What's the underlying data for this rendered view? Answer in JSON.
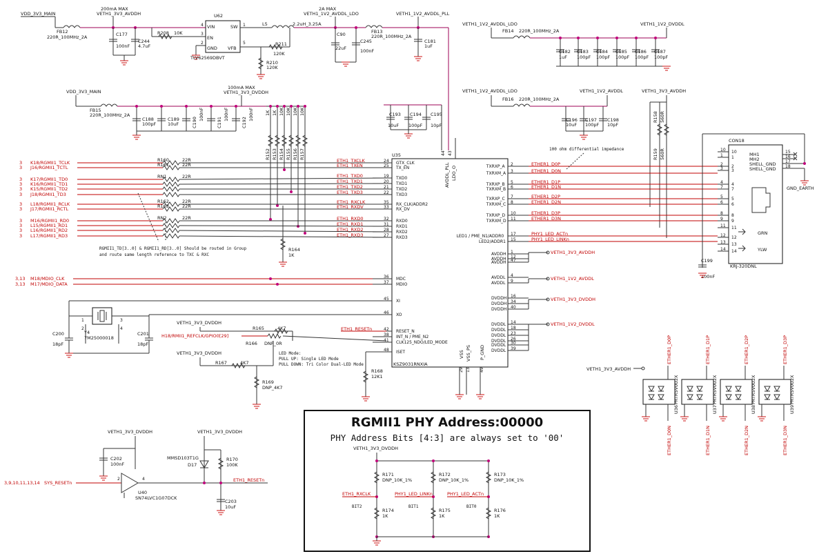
{
  "title": {
    "main": "RGMII1 PHY Address:00000",
    "sub": "PHY Address Bits [4:3] are always set to '00'"
  },
  "rails": {
    "vdd_main_1": "VDD_3V3_MAIN",
    "veth_avddh_1": "VETH1_3V3_AVDDH",
    "max_200": "200mA MAX",
    "veth_avddl_ldo": "VETH1_1V2_AVDDL_LDO",
    "max_2a": "2A MAX",
    "veth_avddl_pll": "VETH1_1V2_AVDDL_PLL",
    "vdd_main_2": "VDD_3V3_MAIN",
    "max_100": "100mA MAX",
    "veth_dvddh": "VETH1_3V3_DVDDH",
    "ldo_r1": "VETH1_1V2_AVDDL_LDO",
    "veth_dvddl": "VETH1_1V2_DVDDL",
    "ldo_r2": "VETH1_1V2_AVDDL_LDO",
    "veth_avddl": "VETH1_1V2_AVDDL",
    "veth_avddh_r": "VETH1_3V3_AVDDH",
    "gnd_earth": "GND_EARTH"
  },
  "regulator": {
    "ref": "U62",
    "part": "TLV62569DBVT",
    "vin": "VIN",
    "en": "EN",
    "sw": "SW",
    "gnd": "GND",
    "vfb": "VFB",
    "p4": "4",
    "p3": "3",
    "p1": "1",
    "p2": "2",
    "p5": "5",
    "l5": "L5",
    "l5v": "2.2uH_3.25A",
    "r208": "R208",
    "r208v": "10K",
    "r211": "R211",
    "r211v": "120K",
    "r210": "R210",
    "r210v": "120K"
  },
  "passives_top": {
    "fb12": "FB12",
    "fb12v": "220R_100MHz_2A",
    "c177": "C177",
    "c177v": "100nF",
    "c244": "C244",
    "c244v": "4.7uF",
    "c90": "C90",
    "c90v": "22uF",
    "c245": "C245",
    "c245v": "100nF",
    "fb13": "FB13",
    "fb13v": "220R_100MHz_2A",
    "c181": "C181",
    "c181v": "1uF",
    "fb14": "FB14",
    "fb14v": "220R_100MHz_2A",
    "fb15": "FB15",
    "fb15v": "220R_100MHz_2A",
    "fb16": "FB16",
    "fb16v": "220R_100MHz_2A",
    "c188": "C188",
    "c188v": "100pF",
    "c189": "C189",
    "c189v": "10uF",
    "c190": "C190",
    "c191": "C191",
    "c192": "C192",
    "c100v": "100nF",
    "c193": "C193",
    "c193v": "10uF",
    "c194": "C194",
    "c194v": "100pF",
    "c195": "C195",
    "c195v": "10pF",
    "c196": "C196",
    "c196v": "10uF",
    "c197": "C197",
    "c197v": "100pF",
    "c198": "C198",
    "c198v": "10pF"
  },
  "dvddl_caps": [
    {
      "ref": "C182",
      "val": "1uF"
    },
    {
      "ref": "C183",
      "val": "100pF"
    },
    {
      "ref": "C184",
      "val": "100pF"
    },
    {
      "ref": "C185",
      "val": "100pF"
    },
    {
      "ref": "C186",
      "val": "100pF"
    },
    {
      "ref": "C187",
      "val": "100pF"
    }
  ],
  "pullups": [
    {
      "ref": "R152",
      "val": "1K"
    },
    {
      "ref": "R153",
      "val": "1K"
    },
    {
      "ref": "R154",
      "val": "10K"
    },
    {
      "ref": "R155",
      "val": "10K"
    },
    {
      "ref": "R156",
      "val": "10K"
    },
    {
      "ref": "R157",
      "val": "10K"
    }
  ],
  "left_nets": [
    {
      "sheet": "3",
      "name": "K18/RGMII1_TCLK",
      "ref": "R160",
      "val": "22R"
    },
    {
      "sheet": "3",
      "name": "J16/RGMII1_TCTL",
      "ref": "R161",
      "val": "22R"
    },
    {
      "sheet": "3",
      "name": "K17/RGMII1_TD0",
      "ref": "RN1",
      "val": "22R"
    },
    {
      "sheet": "3",
      "name": "K16/RGMII1_TD1",
      "ref": "",
      "val": ""
    },
    {
      "sheet": "3",
      "name": "K15/RGMII1_TD2",
      "ref": "",
      "val": ""
    },
    {
      "sheet": "3",
      "name": "J18/RGMII1_TD3",
      "ref": "",
      "val": ""
    },
    {
      "sheet": "3",
      "name": "L18/RGMII1_RCLK",
      "ref": "R162",
      "val": "22R"
    },
    {
      "sheet": "3",
      "name": "J17/RGMII1_RCTL",
      "ref": "R163",
      "val": "22R"
    },
    {
      "sheet": "3",
      "name": "M16/RGMII1_RD0",
      "ref": "RN2",
      "val": "22R"
    },
    {
      "sheet": "3",
      "name": "L15/RGMII1_RD1",
      "ref": "",
      "val": ""
    },
    {
      "sheet": "3",
      "name": "L16/RGMII1_RD2",
      "ref": "",
      "val": ""
    },
    {
      "sheet": "3",
      "name": "L17/RGMII1_RD3",
      "ref": "",
      "val": ""
    }
  ],
  "mdio_nets": [
    {
      "sheet": "3,13",
      "name": "M18/MDIO_CLK"
    },
    {
      "sheet": "3,13",
      "name": "M17/MDIO_DATA"
    }
  ],
  "routing_note": "RGMII1_TD[3..0] & RGMII1_RD[3..0] Should be routed in Group\nand route same length reference to TXC & RXC",
  "phy": {
    "ref": "U35",
    "part": "KSZ9031RNXIA",
    "left_pins": [
      {
        "num": "24",
        "name": "GTX_CLK",
        "net": "ETH1_TXCLK"
      },
      {
        "num": "25",
        "name": "TX_EN",
        "net": "ETH1_TXEN"
      },
      {
        "num": "19",
        "name": "TXD0",
        "net": "ETH1_TXD0"
      },
      {
        "num": "20",
        "name": "TXD1",
        "net": "ETH1_TXD1"
      },
      {
        "num": "21",
        "name": "TXD2",
        "net": "ETH1_TXD2"
      },
      {
        "num": "22",
        "name": "TXD3",
        "net": "ETH1_TXD3"
      },
      {
        "num": "35",
        "name": "RX_CLK/ADDR2",
        "net": "ETH1_RXCLK"
      },
      {
        "num": "33",
        "name": "RX_DV",
        "net": "ETH1_RXDV"
      },
      {
        "num": "32",
        "name": "RXD0",
        "net": "ETH1_RXD0"
      },
      {
        "num": "31",
        "name": "RXD1",
        "net": "ETH1_RXD1"
      },
      {
        "num": "28",
        "name": "RXD2",
        "net": "ETH1_RXD2"
      },
      {
        "num": "27",
        "name": "RXD3",
        "net": "ETH1_RXD3"
      },
      {
        "num": "36",
        "name": "MDC",
        "net": ""
      },
      {
        "num": "37",
        "name": "MDIO",
        "net": ""
      },
      {
        "num": "45",
        "name": "XI",
        "net": ""
      },
      {
        "num": "46",
        "name": "XO",
        "net": ""
      },
      {
        "num": "42",
        "name": "RESET_N",
        "net": "ETH1_RESETn"
      },
      {
        "num": "38",
        "name": "INT_N / PME_N2",
        "net": ""
      },
      {
        "num": "41",
        "name": "CLK125_NDO/LED_MODE",
        "net": ""
      },
      {
        "num": "48",
        "name": "ISET",
        "net": ""
      }
    ],
    "right_pins": [
      {
        "num": "2",
        "name": "TXRXP_A",
        "net": "ETHER1_D0P"
      },
      {
        "num": "3",
        "name": "TXRXM_A",
        "net": "ETHER1_D0N"
      },
      {
        "num": "5",
        "name": "TXRXP_B",
        "net": "ETHER1_D1P"
      },
      {
        "num": "6",
        "name": "TXRXM_B",
        "net": "ETHER1_D1N"
      },
      {
        "num": "7",
        "name": "TXRXP_C",
        "net": "ETHER1_D2P"
      },
      {
        "num": "8",
        "name": "TXRXM_C",
        "net": "ETHER1_D2N"
      },
      {
        "num": "10",
        "name": "TXRXP_D",
        "net": "ETHER1_D3P"
      },
      {
        "num": "11",
        "name": "TXRXM_D",
        "net": "ETHER1_D3N"
      },
      {
        "num": "17",
        "name": "LED1 / PME_N1/ADDR0",
        "net": "PHY1_LED_ACTn"
      },
      {
        "num": "15",
        "name": "LED2/ADDR1",
        "net": "PHY1_LED_LINKn"
      },
      {
        "num": "1",
        "name": "AVDDH",
        "net": ""
      },
      {
        "num": "12",
        "name": "AVDDH",
        "net": ""
      },
      {
        "num": "47",
        "name": "AVDDH",
        "net": ""
      },
      {
        "num": "4",
        "name": "AVDDL",
        "net": ""
      },
      {
        "num": "9",
        "name": "AVDDL",
        "net": ""
      },
      {
        "num": "16",
        "name": "DVDDH",
        "net": ""
      },
      {
        "num": "34",
        "name": "DVDDH",
        "net": ""
      },
      {
        "num": "40",
        "name": "DVDDH",
        "net": ""
      },
      {
        "num": "14",
        "name": "DVDDL",
        "net": ""
      },
      {
        "num": "18",
        "name": "DVDDL",
        "net": ""
      },
      {
        "num": "23",
        "name": "DVDDL",
        "net": ""
      },
      {
        "num": "26",
        "name": "DVDDL",
        "net": ""
      },
      {
        "num": "30",
        "name": "DVDDL",
        "net": ""
      },
      {
        "num": "39",
        "name": "DVDDL",
        "net": ""
      }
    ],
    "top_pins": {
      "avdd_pll": "AVDDL_PLL",
      "ldo_o": "LDO_O",
      "p44": "44",
      "p43": "43"
    },
    "bottom_pins": {
      "vss": "VSS",
      "vss_ps": "VSS_PS",
      "p_gnd": "P_GND",
      "p29": "29",
      "p13": "13",
      "p49": "49"
    },
    "rail_labels": {
      "avddh": "VETH1_3V3_AVDDH",
      "avddl": "VETH1_1V2_AVDDL",
      "dvddh": "VETH1_3V3_DVDDH",
      "dvddl": "VETH1_1V2_DVDDL"
    },
    "impedance_note": "100 ohm differential impedance"
  },
  "crystal": {
    "y4": "Y4",
    "part": "7M25000018",
    "c200": "C200",
    "c200v": "18pF",
    "c201": "C201",
    "c201v": "18pF",
    "p1": "1",
    "p2": "2",
    "p3": "3",
    "p4": "4"
  },
  "strap": {
    "rail1": "VETH1_3V3_DVDDH",
    "rail2": "VETH1_3V3_DVDDH",
    "h18": "H18/RMII1_REFCLK/GPIO0[29]",
    "r165": "R165",
    "r165v": "4K7",
    "r166": "R166",
    "r166v": "DNP_0R",
    "r167": "R167",
    "r167v": "4K7",
    "r169": "R169",
    "r169v": "DNP_4K7",
    "r168": "R168",
    "r168v": "12K1",
    "r164": "R164",
    "r164v": "1K",
    "led_mode": "LED Mode:\nPULL UP: Single LED Mode\nPULL DOWN: Tri Color Dual-LED Mode"
  },
  "reset": {
    "rail1": "VETH1_3V3_DVDDH",
    "rail2": "VETH1_3V3_DVDDH",
    "c202": "C202",
    "c202v": "100nF",
    "u40": "U40",
    "u40p": "SN74LVC1G07DCK",
    "d17": "MMSD103T1G",
    "d17r": "D17",
    "r170": "R170",
    "r170v": "100K",
    "c203": "C203",
    "c203v": "10uF",
    "sheets": "3,9,10,11,13,14",
    "sys": "SYS_RESETn",
    "out": "ETH1_RESETn",
    "p2": "2",
    "p4": "4"
  },
  "connector": {
    "ref": "CON18",
    "part": "KRJ-320DNL",
    "mh1": "MH1",
    "mh2": "MH2",
    "shield1": "SHELL_GND",
    "shield2": "SHELL_GND",
    "grn": "GRN",
    "ylw": "YLW",
    "c199": "C199",
    "c199v": "100nF",
    "r158": "R158",
    "r158v": "560R",
    "r159": "R159",
    "r159v": "560R",
    "pins_left": [
      "10",
      "1",
      "2",
      "3",
      "4",
      "7",
      "5",
      "6",
      "8",
      "9",
      "11",
      "12",
      "13",
      "14"
    ],
    "pins_right": [
      "10",
      "1",
      "2",
      "3",
      "4",
      "7",
      "5",
      "6",
      "8",
      "9",
      "11",
      "12",
      "13",
      "14"
    ],
    "mh_pins": [
      "15",
      "16",
      "17",
      "18"
    ]
  },
  "tvs": {
    "rail": "VETH1_3V3_AVDDH",
    "parts": [
      {
        "ref": "U36",
        "part": "PRTR5V0U2X",
        "top": "ETHER1_D0P",
        "bot": "ETHER1_D0N"
      },
      {
        "ref": "U37",
        "part": "PRTR5V0U2X",
        "top": "ETHER1_D1P",
        "bot": "ETHER1_D1N"
      },
      {
        "ref": "U38",
        "part": "PRTR5V0U2X",
        "top": "ETHER1_D2P",
        "bot": "ETHER1_D2N"
      },
      {
        "ref": "U39",
        "part": "PRTR5V0U2X",
        "top": "ETHER1_D3P",
        "bot": "ETHER1_D3N"
      }
    ]
  },
  "addr_box": {
    "rail": "VETH1_3V3_DVDDH",
    "pullups": [
      {
        "ref": "R171",
        "val": "DNP_10K_1%"
      },
      {
        "ref": "R172",
        "val": "DNP_10K_1%"
      },
      {
        "ref": "R173",
        "val": "DNP_10K_1%"
      }
    ],
    "nets": [
      "ETH1_RXCLK",
      "PHY1_LED_LINKn",
      "PHY1_LED_ACTn"
    ],
    "bits": [
      "BIT2",
      "BIT1",
      "BIT0"
    ],
    "pulldowns": [
      {
        "ref": "R174",
        "val": "1K"
      },
      {
        "ref": "R175",
        "val": "1K"
      },
      {
        "ref": "R176",
        "val": "1K"
      }
    ]
  },
  "colors": {
    "wire": "#333333",
    "net_red": "#c00000",
    "junction": "#c0007a"
  }
}
